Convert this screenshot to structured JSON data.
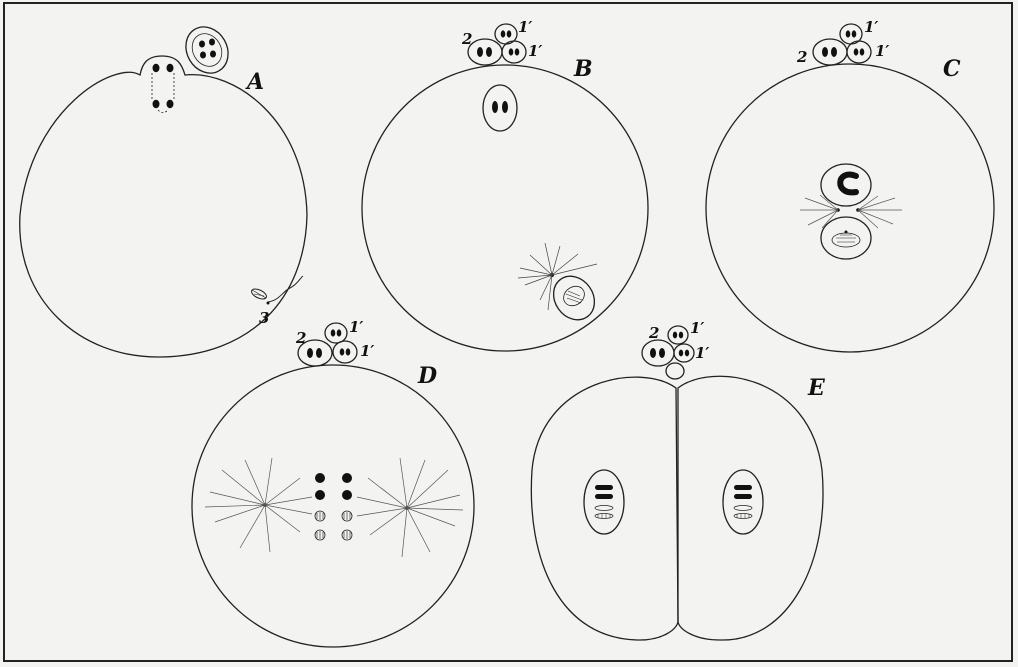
{
  "panels": [
    {
      "letter": "A",
      "numbers": [
        "3"
      ]
    },
    {
      "letter": "B",
      "numbers": [
        "2",
        "1′",
        "1′"
      ]
    },
    {
      "letter": "C",
      "numbers": [
        "2",
        "1′",
        "1′"
      ]
    },
    {
      "letter": "D",
      "numbers": [
        "2",
        "1′",
        "1′"
      ]
    },
    {
      "letter": "E",
      "numbers": [
        "2",
        "1′",
        "1′"
      ]
    }
  ]
}
